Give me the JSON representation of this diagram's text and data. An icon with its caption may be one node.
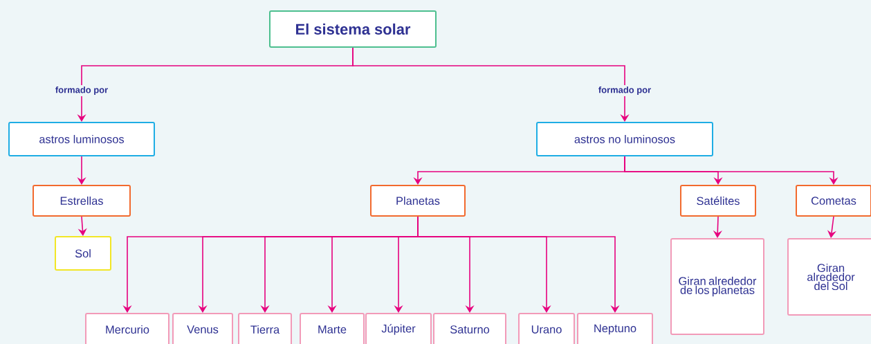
{
  "diagram": {
    "nodes": [
      {
        "text": [
          "El sistema solar"
        ]
      },
      {
        "text": [
          "astros luminosos"
        ]
      },
      {
        "text": [
          "astros no luminosos"
        ]
      },
      {
        "text": [
          "Estrellas"
        ]
      },
      {
        "text": [
          "Sol"
        ]
      },
      {
        "text": [
          "Planetas"
        ]
      },
      {
        "text": [
          "Satélites"
        ]
      },
      {
        "text": [
          "Cometas"
        ]
      },
      {
        "text": [
          "Mercurio"
        ]
      },
      {
        "text": [
          "Venus"
        ]
      },
      {
        "text": [
          "Tierra"
        ]
      },
      {
        "text": [
          "Marte"
        ]
      },
      {
        "text": [
          "Júpiter"
        ]
      },
      {
        "text": [
          "Saturno"
        ]
      },
      {
        "text": [
          "Urano"
        ]
      },
      {
        "text": [
          "Neptuno"
        ]
      },
      {
        "text": [
          "Giran alrededor de los planetas"
        ]
      },
      {
        "text": [
          "Giran alrededor del Sol"
        ]
      }
    ],
    "edges": [
      {
        "from": 0,
        "to": 1,
        "arrow": "to",
        "label": "formado por"
      },
      {
        "from": 0,
        "to": 2,
        "arrow": "to",
        "label": "formado por"
      },
      {
        "from": 1,
        "to": 3,
        "arrow": "to"
      },
      {
        "from": 3,
        "to": 4,
        "arrow": "to"
      },
      {
        "from": 2,
        "to": 5,
        "arrow": "to"
      },
      {
        "from": 2,
        "to": 6,
        "arrow": "to"
      },
      {
        "from": 2,
        "to": 7,
        "arrow": "to"
      },
      {
        "from": 5,
        "to": 8,
        "arrow": "to"
      },
      {
        "from": 5,
        "to": 9,
        "arrow": "to"
      },
      {
        "from": 5,
        "to": 10,
        "arrow": "to"
      },
      {
        "from": 5,
        "to": 11,
        "arrow": "to"
      },
      {
        "from": 5,
        "to": 12,
        "arrow": "to"
      },
      {
        "from": 5,
        "to": 13,
        "arrow": "to"
      },
      {
        "from": 5,
        "to": 14,
        "arrow": "to"
      },
      {
        "from": 5,
        "to": 15,
        "arrow": "to"
      },
      {
        "from": 6,
        "to": 16,
        "arrow": "to"
      },
      {
        "from": 7,
        "to": 17,
        "arrow": "to"
      }
    ]
  }
}
